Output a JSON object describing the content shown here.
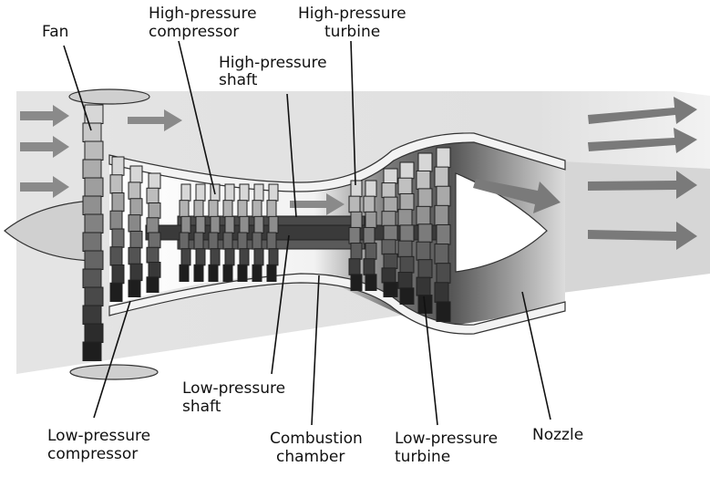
{
  "labels": {
    "fan": "Fan",
    "hp_compressor_1": "High-pressure",
    "hp_compressor_2": "compressor",
    "hp_turbine_1": "High-pressure",
    "hp_turbine_2": "turbine",
    "hp_shaft_1": "High-pressure",
    "hp_shaft_2": "shaft",
    "lp_shaft_1": "Low-pressure",
    "lp_shaft_2": "shaft",
    "lp_compressor_1": "Low-pressure",
    "lp_compressor_2": "compressor",
    "combustion_1": "Combustion",
    "combustion_2": "chamber",
    "lp_turbine_1": "Low-pressure",
    "lp_turbine_2": "turbine",
    "nozzle": "Nozzle"
  },
  "colors": {
    "bypass_flow": "#e6e6e6",
    "arrow": "#8a8a8a",
    "blade_light": "#d8d8d8",
    "blade_dark": "#2a2a2a",
    "casing": "#f3f3f3"
  }
}
